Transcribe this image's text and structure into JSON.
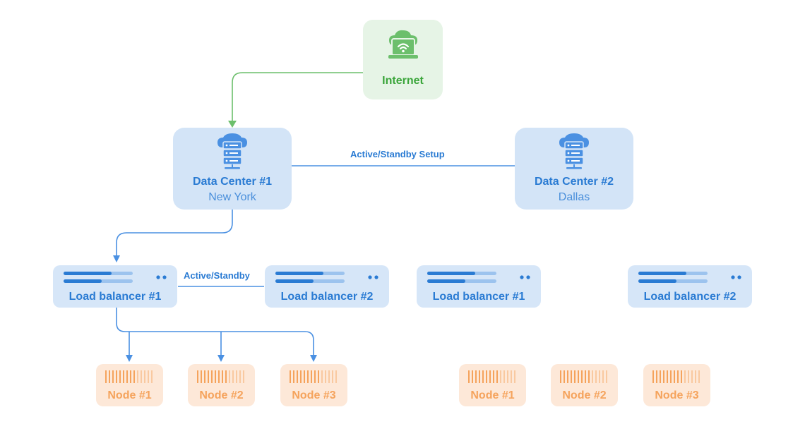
{
  "internet": {
    "label": "Internet",
    "icon": "cloud-laptop-wifi-icon"
  },
  "datacenters": [
    {
      "title": "Data Center #1",
      "subtitle": "New York",
      "icon": "cloud-server-icon"
    },
    {
      "title": "Data Center #2",
      "subtitle": "Dallas",
      "icon": "cloud-server-icon"
    }
  ],
  "load_balancers": [
    {
      "label": "Load balancer #1"
    },
    {
      "label": "Load balancer #2"
    },
    {
      "label": "Load balancer #1"
    },
    {
      "label": "Load balancer #2"
    }
  ],
  "nodes": [
    {
      "label": "Node #1"
    },
    {
      "label": "Node #2"
    },
    {
      "label": "Node #3"
    },
    {
      "label": "Node #1"
    },
    {
      "label": "Node #2"
    },
    {
      "label": "Node #3"
    }
  ],
  "edge_labels": {
    "dc_link": "Active/Standby Setup",
    "lb_link": "Active/Standby"
  },
  "colors": {
    "green": "#6cbf6c",
    "green_text": "#3aa53a",
    "blue": "#4a90e2",
    "blue_text": "#2a7bd3",
    "orange": "#f5a35c"
  }
}
